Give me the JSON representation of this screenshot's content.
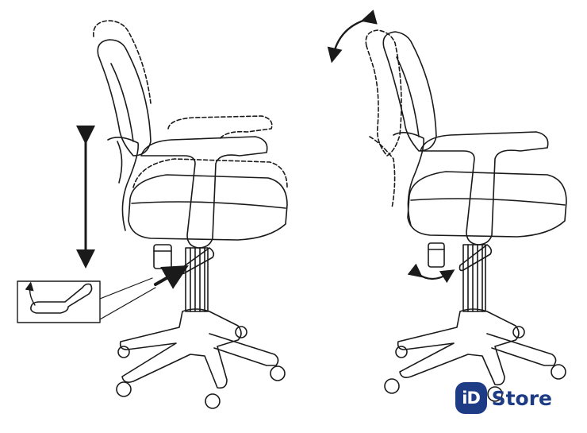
{
  "logo": {
    "badge": "iD",
    "text": "Store",
    "color": "#1e3b86"
  },
  "diagram": {
    "left_chair": {
      "adjustments": [
        "seat-height-lever",
        "armrest-height",
        "backrest-height"
      ]
    },
    "right_chair": {
      "adjustments": [
        "backrest-tilt",
        "tilt-tension-knob",
        "swing-lock-lever"
      ]
    }
  }
}
